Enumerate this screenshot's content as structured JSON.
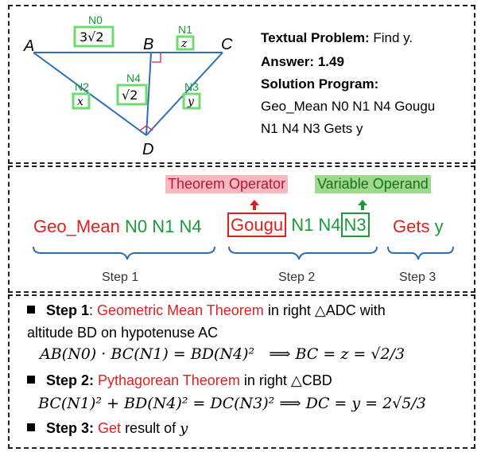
{
  "diagram": {
    "points": [
      "A",
      "B",
      "C",
      "D"
    ],
    "labels": {
      "n0": "N0",
      "n1": "N1",
      "n2": "N2",
      "n3": "N3",
      "n4": "N4",
      "v0": "3√2",
      "v1": "z",
      "v2": "x",
      "v3": "y",
      "v4": "√2"
    }
  },
  "problem": {
    "textual_label": "Textual Problem:",
    "textual_value": "Find y.",
    "answer_label": "Answer:",
    "answer_value": "1.49",
    "program_label": "Solution Program:",
    "program_line1": "Geo_Mean N0 N1 N4 Gougu",
    "program_line2": "N1 N4 N3 Gets y"
  },
  "sequence": {
    "theorem_operator": "Theorem Operator",
    "variable_operand": "Variable Operand",
    "t1_op": "Geo_Mean",
    "t1_args": "N0 N1 N4",
    "t2_op": "Gougu",
    "t2_args": "N1 N4",
    "t2_last": "N3",
    "t3_op": "Gets",
    "t3_arg": "y",
    "steps": [
      "Step 1",
      "Step 2",
      "Step 3"
    ]
  },
  "solution": {
    "s1_label": "Step 1",
    "s1_theorem": "Geometric Mean Theorem",
    "s1_rest": "in right △ADC with",
    "s1_line2": "altitude BD on hypotenuse AC",
    "s1_eq_left": "AB(N0) · BC(N1) = BD(N4)²",
    "s1_eq_right": "⟹   BC = z = √2/3",
    "s2_label": "Step 2:",
    "s2_theorem": "Pythagorean Theorem",
    "s2_rest": "in right △CBD",
    "s2_eq": "BC(N1)² + BD(N4)² = DC(N3)² ⟹ DC = y = 2√5/3",
    "s3_label": "Step 3:",
    "s3_theorem": "Get",
    "s3_rest": "result of",
    "s3_var": "y"
  },
  "colors": {
    "accent_red": "#e02020",
    "accent_green": "#1a9a3a",
    "line_blue": "#2e6db5",
    "box_green": "#6fdc6f"
  }
}
